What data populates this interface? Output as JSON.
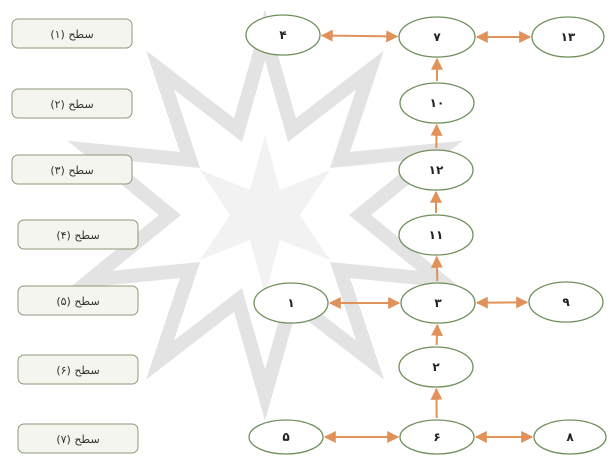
{
  "levels": [
    {
      "label": "سطح (۱)"
    },
    {
      "label": "سطح (۲)"
    },
    {
      "label": "سطح (۳)"
    },
    {
      "label": "سطح (۴)"
    },
    {
      "label": "سطح (۵)"
    },
    {
      "label": "سطح (۶)"
    },
    {
      "label": "سطح (۷)"
    }
  ],
  "nodes": [
    {
      "id": "n4",
      "label": "۴"
    },
    {
      "id": "n7",
      "label": "۷"
    },
    {
      "id": "n13",
      "label": "۱۳"
    },
    {
      "id": "n10",
      "label": "۱۰"
    },
    {
      "id": "n12",
      "label": "۱۲"
    },
    {
      "id": "n11",
      "label": "۱۱"
    },
    {
      "id": "n1",
      "label": "۱"
    },
    {
      "id": "n3",
      "label": "۳"
    },
    {
      "id": "n9",
      "label": "۹"
    },
    {
      "id": "n2",
      "label": "۲"
    },
    {
      "id": "n5",
      "label": "۵"
    },
    {
      "id": "n6",
      "label": "۶"
    },
    {
      "id": "n8",
      "label": "۸"
    }
  ],
  "edges": [
    {
      "from": "n4",
      "to": "n7",
      "bidirectional": true
    },
    {
      "from": "n7",
      "to": "n13",
      "bidirectional": true
    },
    {
      "from": "n10",
      "to": "n7",
      "bidirectional": false
    },
    {
      "from": "n12",
      "to": "n10",
      "bidirectional": false
    },
    {
      "from": "n11",
      "to": "n12",
      "bidirectional": false
    },
    {
      "from": "n3",
      "to": "n11",
      "bidirectional": false
    },
    {
      "from": "n1",
      "to": "n3",
      "bidirectional": true
    },
    {
      "from": "n3",
      "to": "n9",
      "bidirectional": true
    },
    {
      "from": "n2",
      "to": "n3",
      "bidirectional": false
    },
    {
      "from": "n6",
      "to": "n2",
      "bidirectional": false
    },
    {
      "from": "n5",
      "to": "n6",
      "bidirectional": true
    },
    {
      "from": "n6",
      "to": "n8",
      "bidirectional": true
    }
  ],
  "colors": {
    "arrow": "#e0925a",
    "node_stroke": "#6f8f5a",
    "node_fill": "#ffffff",
    "level_box_fill": "#f5f5f0",
    "level_box_stroke": "#8a9a7a",
    "watermark": "#c8c8c8"
  }
}
